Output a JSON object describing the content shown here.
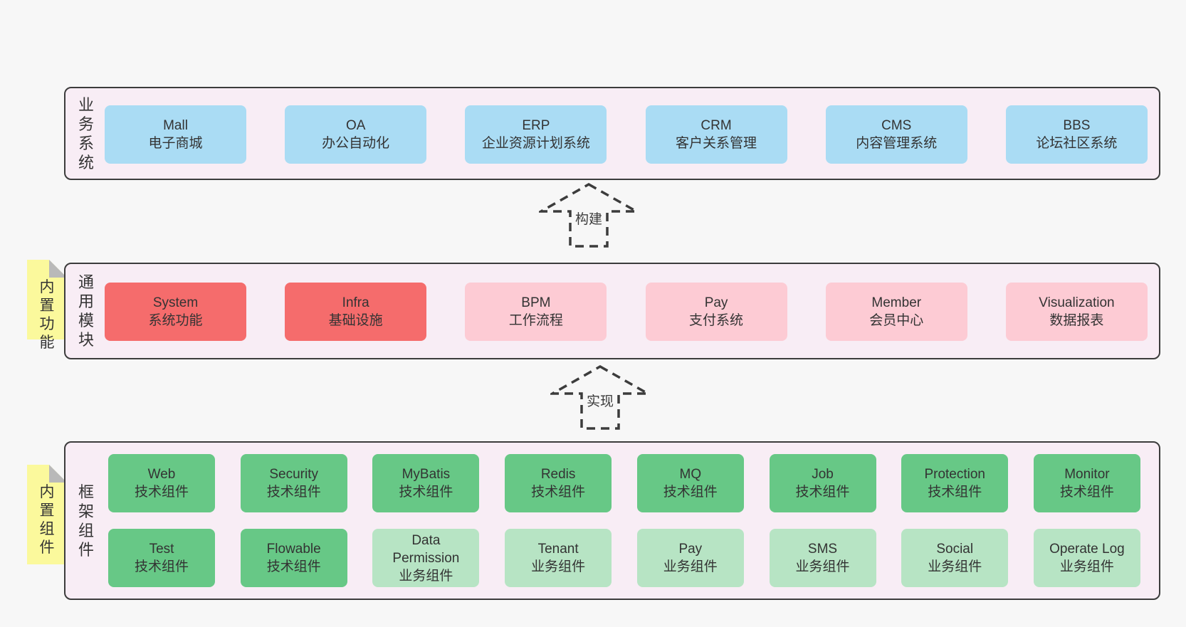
{
  "colors": {
    "page_bg": "#f7f7f7",
    "band_bg": "#f8edf5",
    "band_border": "#3c3c3c",
    "blue_box": "#aadcf4",
    "red_box": "#f56c6c",
    "pink_box": "#fdcbd4",
    "green_box": "#67c886",
    "light_green_box": "#b7e4c4",
    "sticky_bg": "#fbf99c",
    "sticky_fold": "#b9b9b9",
    "text": "#333333"
  },
  "arrows": {
    "build": {
      "label": "构建"
    },
    "implement": {
      "label": "实现"
    }
  },
  "bands": {
    "business": {
      "side_label": "业务系统",
      "boxes": [
        {
          "title": "Mall",
          "subtitle": "电子商城"
        },
        {
          "title": "OA",
          "subtitle": "办公自动化"
        },
        {
          "title": "ERP",
          "subtitle": "企业资源计划系统"
        },
        {
          "title": "CRM",
          "subtitle": "客户关系管理"
        },
        {
          "title": "CMS",
          "subtitle": "内容管理系统"
        },
        {
          "title": "BBS",
          "subtitle": "论坛社区系统"
        }
      ]
    },
    "modules": {
      "side_label": "通用模块",
      "sticky_label": "内置功能",
      "boxes": [
        {
          "title": "System",
          "subtitle": "系统功能"
        },
        {
          "title": "Infra",
          "subtitle": "基础设施"
        },
        {
          "title": "BPM",
          "subtitle": "工作流程"
        },
        {
          "title": "Pay",
          "subtitle": "支付系统"
        },
        {
          "title": "Member",
          "subtitle": "会员中心"
        },
        {
          "title": "Visualization",
          "subtitle": "数据报表"
        }
      ]
    },
    "components": {
      "side_label": "框架组件",
      "sticky_label": "内置组件",
      "row1": [
        {
          "title": "Web",
          "subtitle": "技术组件"
        },
        {
          "title": "Security",
          "subtitle": "技术组件"
        },
        {
          "title": "MyBatis",
          "subtitle": "技术组件"
        },
        {
          "title": "Redis",
          "subtitle": "技术组件"
        },
        {
          "title": "MQ",
          "subtitle": "技术组件"
        },
        {
          "title": "Job",
          "subtitle": "技术组件"
        },
        {
          "title": "Protection",
          "subtitle": "技术组件"
        },
        {
          "title": "Monitor",
          "subtitle": "技术组件"
        }
      ],
      "row2": [
        {
          "title": "Test",
          "subtitle": "技术组件"
        },
        {
          "title": "Flowable",
          "subtitle": "技术组件"
        },
        {
          "title": "Data Permission",
          "subtitle": "业务组件"
        },
        {
          "title": "Tenant",
          "subtitle": "业务组件"
        },
        {
          "title": "Pay",
          "subtitle": "业务组件"
        },
        {
          "title": "SMS",
          "subtitle": "业务组件"
        },
        {
          "title": "Social",
          "subtitle": "业务组件"
        },
        {
          "title": "Operate Log",
          "subtitle": "业务组件"
        }
      ]
    }
  }
}
